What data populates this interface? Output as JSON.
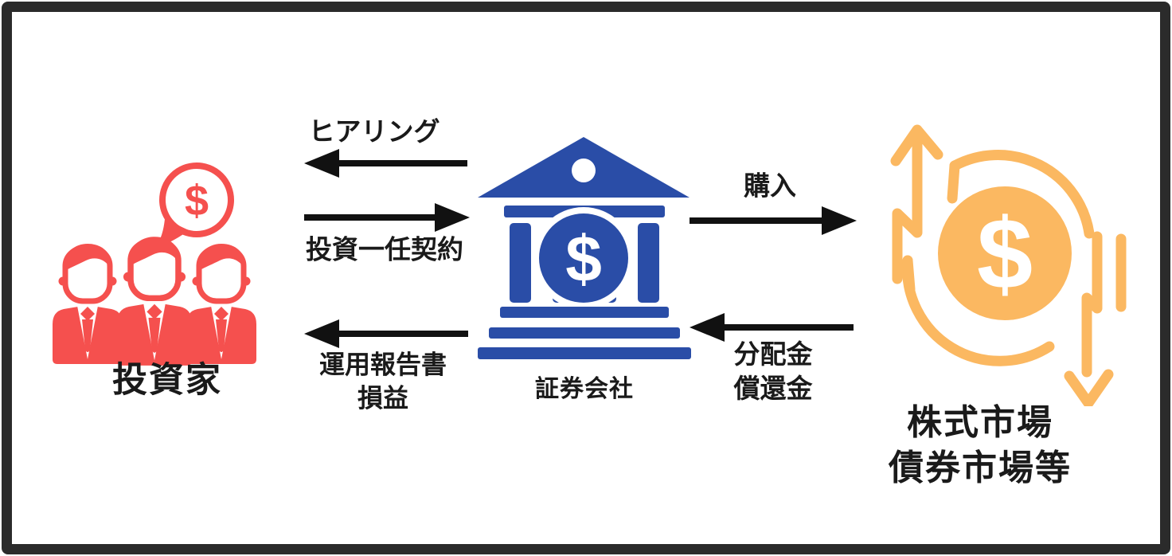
{
  "diagram": {
    "nodes": {
      "investors": {
        "label": "投資家",
        "color": "#f5504e",
        "bubble_symbol": "$"
      },
      "securities": {
        "label": "証券会社",
        "color": "#2a4da7",
        "symbol": "$"
      },
      "markets": {
        "label_line1": "株式市場",
        "label_line2": "債券市場等",
        "color": "#fbb861",
        "symbol": "$"
      }
    },
    "flows": {
      "hearing": {
        "label": "ヒアリング",
        "direction": "right-to-left"
      },
      "mandate": {
        "label": "投資一任契約",
        "direction": "left-to-right"
      },
      "report": {
        "label_line1": "運用報告書",
        "label_line2": "損益",
        "direction": "right-to-left"
      },
      "purchase": {
        "label": "購入",
        "direction": "left-to-right"
      },
      "distribution": {
        "label_line1": "分配金",
        "label_line2": "償還金",
        "direction": "right-to-left"
      }
    },
    "colors": {
      "arrow": "#111111",
      "text": "#1a1a1a",
      "frame_border": "#2b2b2b",
      "background": "#ffffff"
    }
  }
}
